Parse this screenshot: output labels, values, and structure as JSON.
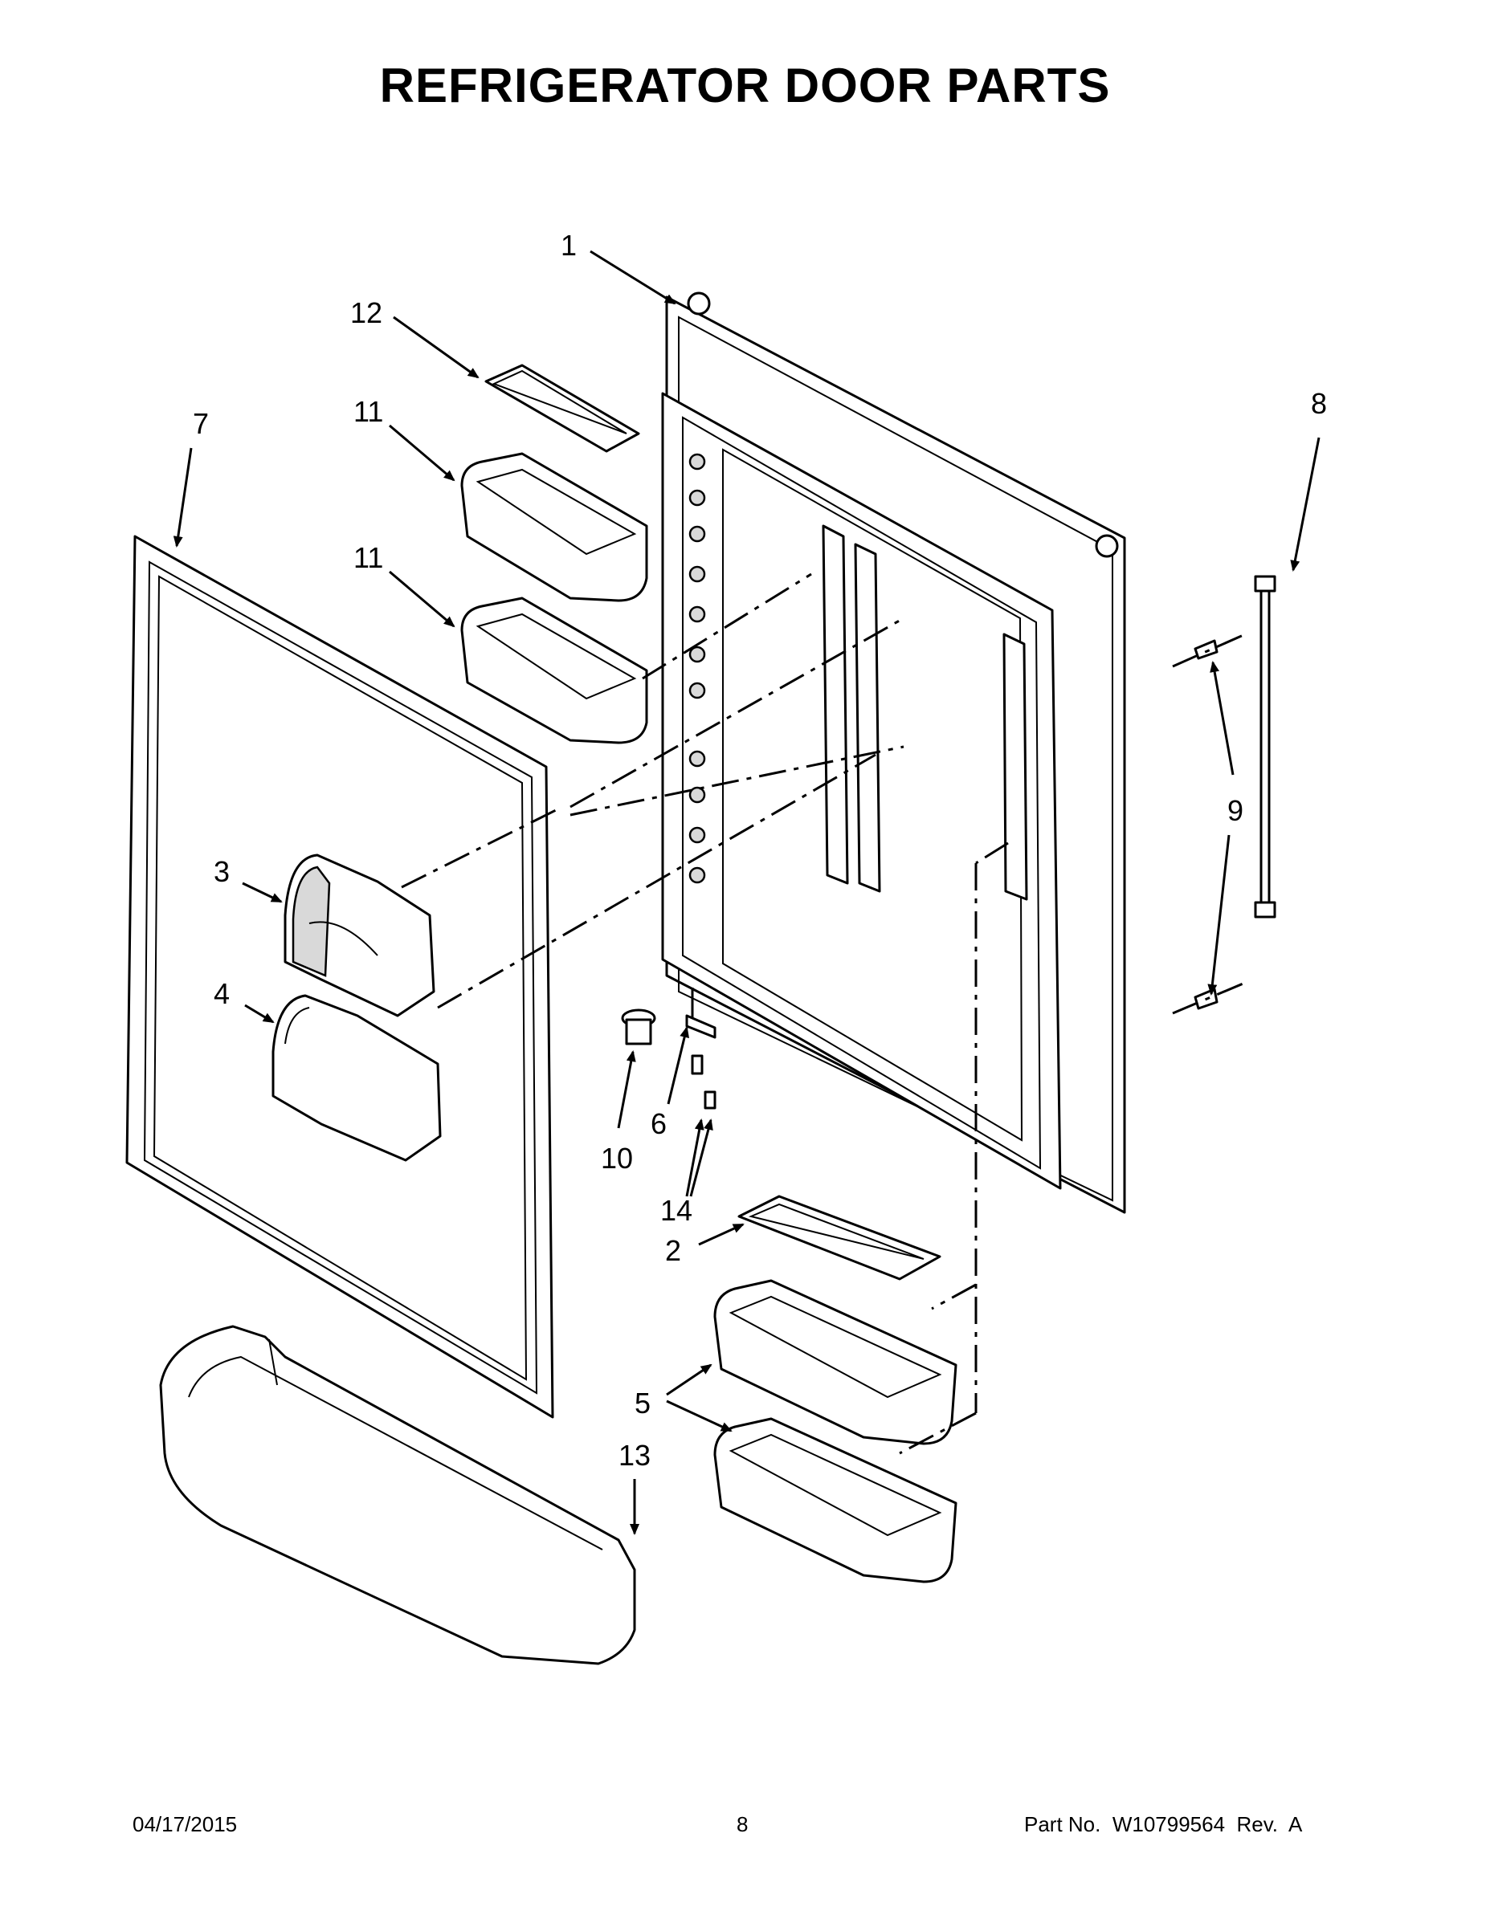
{
  "title": "REFRIGERATOR DOOR PARTS",
  "callouts": [
    "1",
    "12",
    "7",
    "11",
    "11",
    "8",
    "9",
    "3",
    "4",
    "10",
    "6",
    "14",
    "2",
    "5",
    "13"
  ],
  "footer": {
    "date": "04/17/2015",
    "page": "8",
    "part_number": "Part No.  W10799564  Rev.  A"
  }
}
